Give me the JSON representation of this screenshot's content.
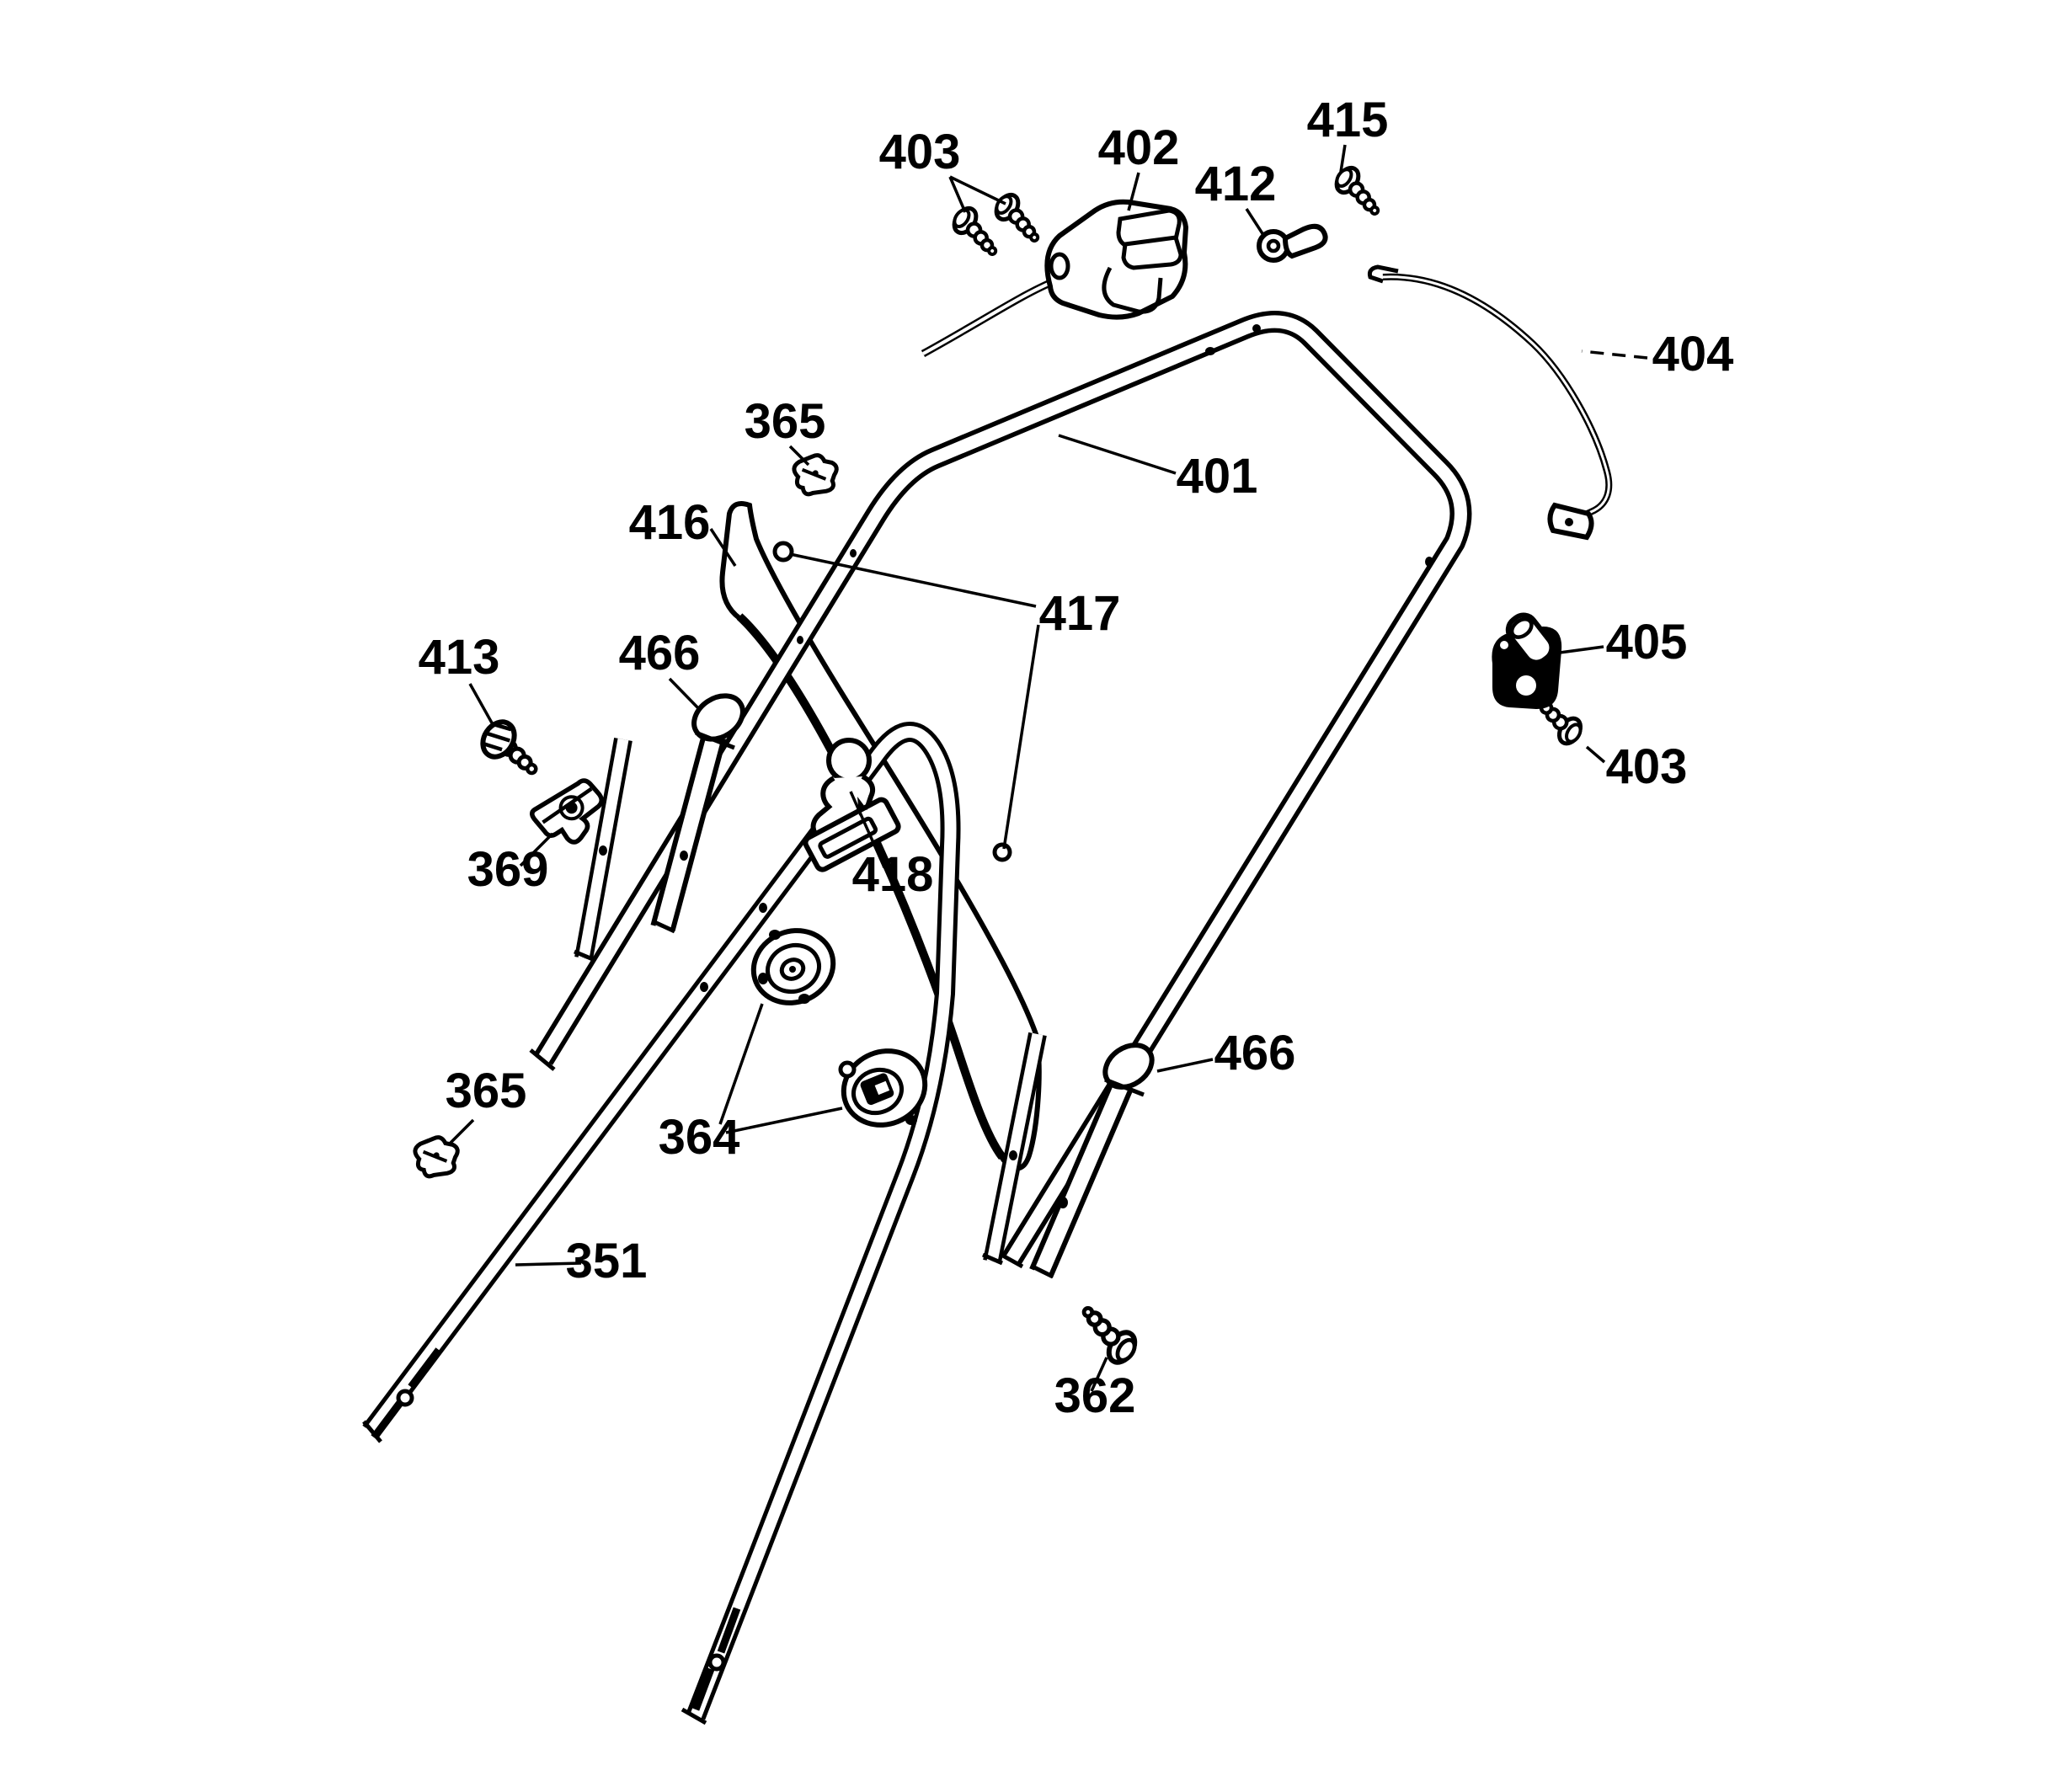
{
  "diagram": {
    "background_color": "#ffffff",
    "ink_color": "#000000",
    "callouts": [
      {
        "text": "403"
      },
      {
        "text": "402"
      },
      {
        "text": "415"
      },
      {
        "text": "412"
      },
      {
        "text": "404"
      },
      {
        "text": "365"
      },
      {
        "text": "401"
      },
      {
        "text": "416"
      },
      {
        "text": "417"
      },
      {
        "text": "413"
      },
      {
        "text": "466"
      },
      {
        "text": "405"
      },
      {
        "text": "403"
      },
      {
        "text": "369"
      },
      {
        "text": "418"
      },
      {
        "text": "365"
      },
      {
        "text": "364"
      },
      {
        "text": "466"
      },
      {
        "text": "351"
      },
      {
        "text": "362"
      }
    ]
  }
}
